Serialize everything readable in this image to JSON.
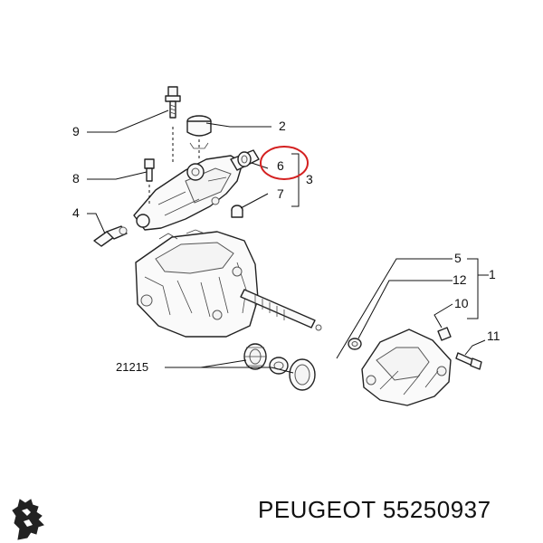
{
  "callouts": {
    "c9": "9",
    "c2": "2",
    "c8": "8",
    "c6": "6",
    "c3": "3",
    "c7": "7",
    "c4": "4",
    "c5": "5",
    "c12": "12",
    "c1": "1",
    "c10": "10",
    "c11": "11",
    "c21215": "21215"
  },
  "highlight_color": "#d42020",
  "footer": {
    "brand": "PEUGEOT",
    "part_number": "55250937"
  },
  "logo_icon": "peugeot-lion-logo"
}
